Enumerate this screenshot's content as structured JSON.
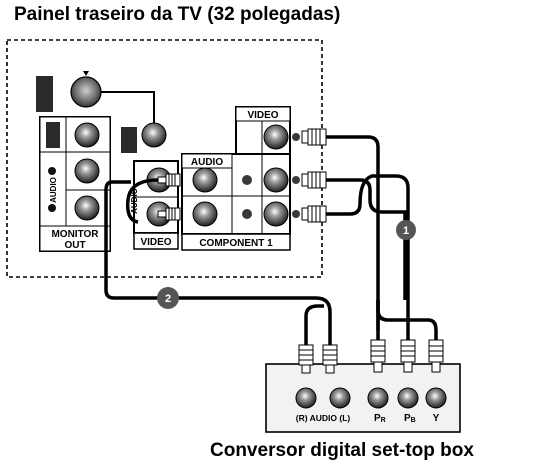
{
  "titles": {
    "tv_panel": "Painel traseiro da TV (32 polegadas)",
    "set_top_box": "Conversor digital set-top box"
  },
  "tv_panel": {
    "monitor_out_line1": "MONITOR",
    "monitor_out_line2": "OUT",
    "audio_side": "AUDIO",
    "audio_side_2": "AUDIO",
    "video_label": "VIDEO",
    "component_label": "COMPONENT 1",
    "audio_header": "AUDIO",
    "video_header": "VIDEO"
  },
  "set_top_box": {
    "audio_label": "(R) AUDIO (L)",
    "pr_label": "P",
    "pr_sub": "R",
    "pb_label": "P",
    "pb_sub": "B",
    "y_label": "Y"
  },
  "callouts": {
    "one": "1",
    "two": "2"
  },
  "colors": {
    "line": "#000000",
    "panel_fill": "#ffffff",
    "jack_dark": "#1a1a1a",
    "jack_gray": "#8a8a8a",
    "bubble": "#555555",
    "stb_fill": "#f2f2f2"
  }
}
